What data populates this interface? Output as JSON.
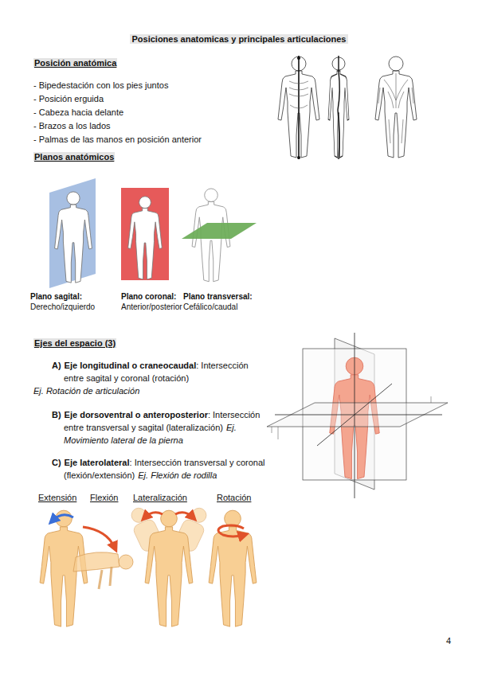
{
  "diagram": {
    "title": "Posiciones anatomicas y principales articulaciones",
    "labels": [
      "Posición anatómica",
      "- Bipedestación con los pies juntos",
      "- Posición erguida",
      "- Cabeza hacia delante",
      "- Brazos a los lados",
      "- Palmas de las manos en posición anterior",
      "Planos anatómicos",
      "Plano sagital:",
      "Derecho/izquierdo",
      "Plano coronal:",
      "Anterior/posterior",
      "Plano transversal:",
      "Cefálico/caudal",
      "Ejes del espacio (3)",
      "A)",
      "Eje longitudinal o craneocaudal",
      ": Intersección entre sagital y coronal (rotación)",
      "Ej. Rotación de articulación",
      "B)",
      "Eje dorsoventral o anteroposterior",
      ": Intersección entre transversal y sagital (lateralización)",
      "Ej. Movimiento lateral de la pierna",
      "C)",
      "Eje laterolateral",
      ": Intersección transversal y coronal (flexión/extensión)",
      "Ej. Flexión de rodilla",
      "Extensión",
      "Flexión",
      "Lateralización",
      "Rotación",
      "4"
    ]
  }
}
